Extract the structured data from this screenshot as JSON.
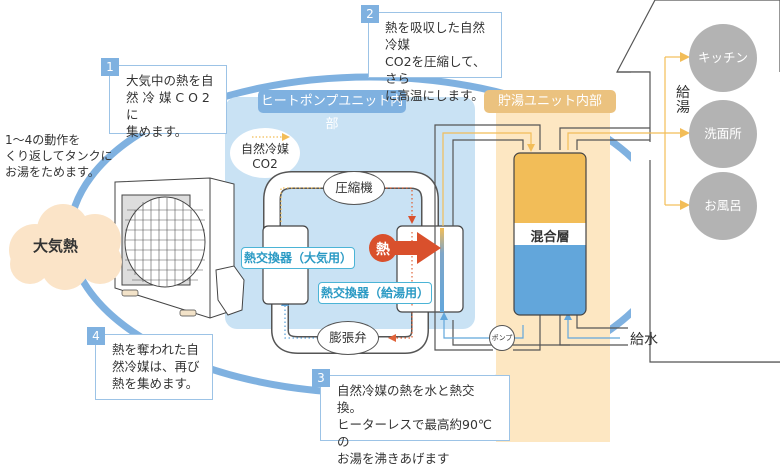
{
  "title": "自然冷媒CO2ヒートポンプ給湯機のしくみ",
  "callouts": [
    {
      "num": "1",
      "lines": [
        "大気中の熱を自",
        "然 冷 媒 C O 2に",
        "集めます。"
      ]
    },
    {
      "num": "2",
      "lines": [
        "熱を吸収した自然冷媒",
        "CO2を圧縮して、さら",
        "に高温にします。"
      ]
    },
    {
      "num": "3",
      "lines": [
        "自然冷媒の熱を水と熱交換。",
        "ヒーターレスで最高約90℃の",
        "お湯を沸きあげます"
      ]
    },
    {
      "num": "4",
      "lines": [
        "熱を奪われた自",
        "然冷媒は、再び",
        "熱を集めます。"
      ]
    }
  ],
  "cycle_note": [
    "1〜4の動作を",
    "くり返してタンクに",
    "お湯をためます。"
  ],
  "air_heat": "大気熱",
  "sections": {
    "heat_pump": "ヒートポンプユニット内部",
    "storage": "貯湯ユニット内部"
  },
  "legend": {
    "line1": "自然冷媒",
    "line2": "CO2",
    "icon": "dotted-arrow-icon"
  },
  "components": {
    "compressor": "圧縮機",
    "expansion_valve": "膨張弁",
    "hx_air": "熱交換器（大気用）",
    "hx_water": "熱交換器（給湯用）",
    "heat_badge": "熱",
    "pump": "ポンプ",
    "tank_layer": "混合層",
    "water_supply": "給水",
    "hot_water_supply": "給湯"
  },
  "outlets": [
    "キッチン",
    "洗面所",
    "お風呂"
  ],
  "colors": {
    "cycle_blue": "#7fb1e0",
    "heat_pump_bg": "#c9e2f4",
    "storage_bg": "#fde7c2",
    "storage_tag": "#ebc27f",
    "heat_pump_tag": "#7fb1e0",
    "hot": "#f2bd58",
    "cold": "#62a6db",
    "heat_red": "#d9502c",
    "cloud": "#fbe4c8",
    "outlet_gray": "#b3b3b3"
  }
}
